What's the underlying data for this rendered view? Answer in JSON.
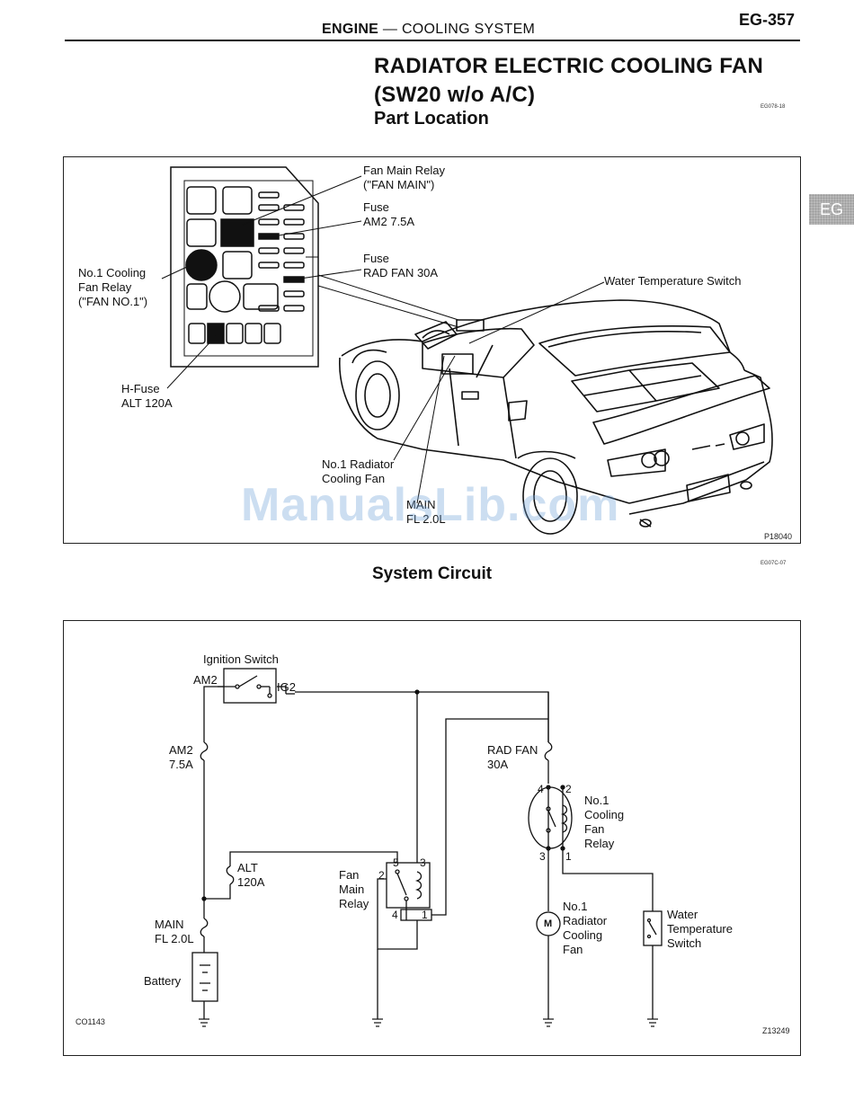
{
  "header": {
    "section_bold": "ENGINE",
    "section_rest": " — COOLING SYSTEM",
    "page_number": "EG-357"
  },
  "title": {
    "line1": "RADIATOR ELECTRIC COOLING FAN",
    "line2": "(SW20 w/o A/C)",
    "code": "EG078-18"
  },
  "side_tab": "EG",
  "part_location": {
    "heading": "Part Location",
    "labels": {
      "fan_main_relay": [
        "Fan Main Relay",
        "(\"FAN MAIN\")"
      ],
      "fuse_am2": [
        "Fuse",
        "AM2 7.5A"
      ],
      "fuse_rad_fan": [
        "Fuse",
        "RAD FAN 30A"
      ],
      "water_temp_switch": "Water Temperature Switch",
      "no1_cooling_fan_relay": [
        "No.1 Cooling",
        "Fan Relay",
        "(\"FAN NO.1\")"
      ],
      "h_fuse": [
        "H-Fuse",
        "ALT 120A"
      ],
      "no1_radiator_fan": [
        "No.1 Radiator",
        "Cooling Fan"
      ],
      "main_fl": [
        "MAIN",
        "FL 2.0L"
      ]
    },
    "figure_code": "P18040"
  },
  "system_circuit": {
    "heading": "System Circuit",
    "code": "EG07C-07",
    "labels": {
      "ignition_switch": "Ignition Switch",
      "am2_terminal": "AM2",
      "ig2_terminal": "IG2",
      "am2_fuse": [
        "AM2",
        "7.5A"
      ],
      "alt_fuse": [
        "ALT",
        "120A"
      ],
      "main_fl": [
        "MAIN",
        "FL 2.0L"
      ],
      "battery": "Battery",
      "rad_fan_fuse": [
        "RAD FAN",
        "30A"
      ],
      "no1_cooling_fan_relay": [
        "No.1",
        "Cooling",
        "Fan",
        "Relay"
      ],
      "fan_main_relay": [
        "Fan",
        "Main",
        "Relay"
      ],
      "no1_radiator_fan": [
        "No.1",
        "Radiator",
        "Cooling",
        "Fan"
      ],
      "water_temp_switch": [
        "Water",
        "Temperature",
        "Switch"
      ],
      "pins": {
        "p1": "1",
        "p2": "2",
        "p3": "3",
        "p4": "4",
        "p5": "5"
      },
      "motor_symbol": "M"
    },
    "figure_code_left": "CO1143",
    "figure_code_right": "Z13249"
  },
  "watermark": "ManualsLib.com"
}
